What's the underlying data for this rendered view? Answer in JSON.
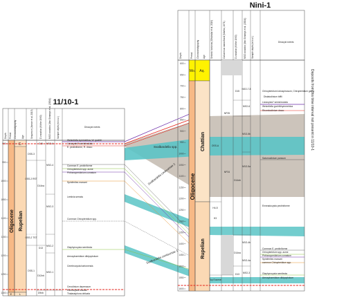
{
  "left": {
    "title": "11/10-1",
    "headers": {
      "depth": "Depth",
      "period": "Period",
      "chrono": "Chronostratigraphy",
      "age": "Age",
      "sequence": "Sequence (Jarsve et al. 2015)",
      "dzone": "D zonation (Köthe 1990)",
      "nso": "NSO zonation (Van Simaeys et al. (2004))",
      "sample": "Sample depth (m b.s.l.)",
      "dino": "Dinocyst events"
    },
    "period": "Oligocene",
    "ages": {
      "c": "C.",
      "rupelian": "Rupelian"
    },
    "bottom": {
      "period": "E",
      "age": "L"
    },
    "sequences": [
      "OSS-3",
      "OSS-2 RST",
      "OSS-2 TST",
      "OSS-1"
    ],
    "dzones": [
      "D15",
      "D14na",
      "D13",
      "D12nb",
      "D9nb"
    ],
    "nso": [
      "NSO-6",
      "NSO-4",
      "NSO-3",
      "NSO-2",
      "NSO-1"
    ],
    "depth_ticks": [
      "900",
      "950",
      "1000",
      "1050",
      "1100",
      "1150",
      "1200",
      "1250",
      "1300"
    ],
    "events": [
      {
        "name": "Wetzeliella symmetrica, W. gochtii"
      },
      {
        "name": "Licracysta? semicirculata"
      },
      {
        "name": "E. pectiniforme, R. draco"
      },
      {
        "name": "Common E. pectiniforme"
      },
      {
        "name": "Chiropteridium spp. acme"
      },
      {
        "name": "Phthanoperidinium comatum"
      },
      {
        "name": "Spiniferites manumi"
      },
      {
        "name": "Lentinia serrata"
      },
      {
        "name": "Common Chiropteridium spp."
      },
      {
        "name": "Glaphyrocysta semitecta"
      },
      {
        "name": "Areosphaeridium diktyoplokum"
      },
      {
        "name": "Cerebrocysta bartonensis"
      },
      {
        "name": "Cerodinium depressum"
      },
      {
        "name": "Eatonicysta ursulae"
      },
      {
        "name": "Thalassiphora delicata"
      }
    ]
  },
  "right": {
    "title": "Nini-1",
    "headers": {
      "depth": "Depth",
      "period": "Period",
      "chrono": "Chronostratigraphy",
      "age": "Age",
      "seismic": "Seismic horizons (Sliwinska et al. 2019)",
      "calc": "Calcareous nannofossil (Martini, 1971)",
      "dzone": "D zonation (Köthe 1990)",
      "nso": "NSO zonation (Van Simaeys et al. (2004))",
      "sample": "Sample depth (m b.s.l.)",
      "dino": "Dinocyst events"
    },
    "top": {
      "period": "Mo.",
      "age": "Aq."
    },
    "period": "Oligocene",
    "ages": {
      "chattian": "Chattian",
      "rupelian": "Rupelian"
    },
    "seismic": [
      "OSS-A",
      "H4-5",
      "H3",
      "Top Eocene"
    ],
    "calc": [
      "NP25",
      "NP24"
    ],
    "dzones": [
      "D15",
      "D14nb",
      "D14na",
      "D13"
    ],
    "nso": [
      "NSO-7-8",
      "NSO-6",
      "NSO-5b",
      "NSO-5a",
      "NSO-4b",
      "NSO-4a",
      "NSO-3"
    ],
    "depth_ticks": [
      "600",
      "650",
      "700",
      "750",
      "800",
      "850",
      "900",
      "950",
      "1000",
      "1050",
      "1100",
      "1150",
      "1200",
      "1250",
      "1300",
      "1350",
      "1400",
      "1450",
      "1500",
      "1550",
      "1600"
    ],
    "events": [
      {
        "name": "Chiropteridium lobospinosum, Chiropteridium galea"
      },
      {
        "name": "Distatodinium biffii"
      },
      {
        "name": "Licracysta? semicirculata"
      },
      {
        "name": "Wetzeliella gochtii/symmetrica"
      },
      {
        "name": "Rhombodinium draco"
      },
      {
        "name": "Saturnodinium pansum"
      },
      {
        "name": "Enneadocysta pectiniforme"
      },
      {
        "name": "Common E. pectiniforme"
      },
      {
        "name": "Chiropteridium spp. acme"
      },
      {
        "name": "Phthanoperidinium comatum"
      },
      {
        "name": "Spiniferites manumi"
      },
      {
        "name": "common Chiropteridium spp."
      },
      {
        "name": "Glaphyrocysta semitecta"
      },
      {
        "name": "Areosphaeridium diktyoplokum"
      }
    ]
  },
  "correlation": {
    "svalbardella": "Svalbardella spp.",
    "svalbardella_cooksoniae_1": "Svalbardella cooksoniae 1",
    "svalbardella_cooksoniae_2": "Svalbardella cooksoniae 2",
    "deposits_note": "Deposits from this time interval not present in 11/10-1"
  },
  "colors": {
    "oligocene": "#f7b986",
    "rupelian": "#fbd9b4",
    "chattian": "#fbe3c6",
    "miocene": "#fff200",
    "teal": "#5bc4c6",
    "grey_band": "#c9c1b7",
    "red_line": "#e32219",
    "purple_line": "#6a2aa8",
    "green_line": "#8cc43f",
    "orange_line": "#e7922d"
  }
}
